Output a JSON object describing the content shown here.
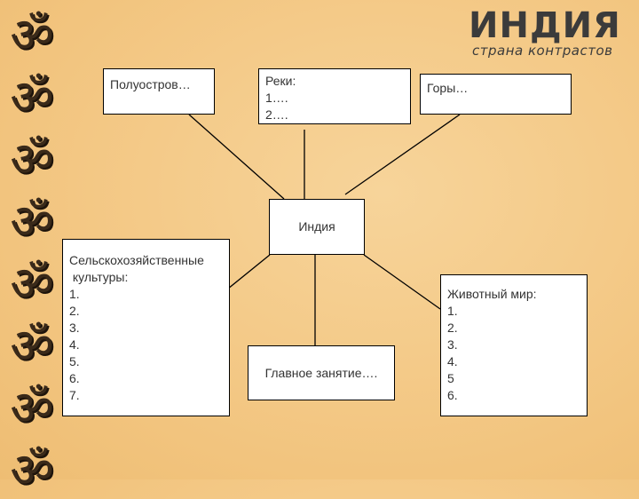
{
  "decor": {
    "symbol": "ॐ",
    "count": 8
  },
  "brand": {
    "title": "ИНДИЯ",
    "subtitle": "страна контрастов"
  },
  "diagram": {
    "center": {
      "label": "Индия"
    },
    "peninsula": {
      "lines": [
        "Полуостров…"
      ]
    },
    "rivers": {
      "lines": [
        "Реки:",
        "1….",
        "2…."
      ]
    },
    "mountains": {
      "lines": [
        "Горы…"
      ]
    },
    "crops": {
      "lines": [
        "Сельскохозяйственные",
        " культуры:",
        "1.",
        "2.",
        "3.",
        "4.",
        "5.",
        "6.",
        "7."
      ]
    },
    "occupation": {
      "label": "Главное занятие…."
    },
    "fauna": {
      "lines": [
        "Животный мир:",
        "1.",
        "2.",
        "3.",
        "4.",
        "5",
        "6."
      ]
    }
  }
}
